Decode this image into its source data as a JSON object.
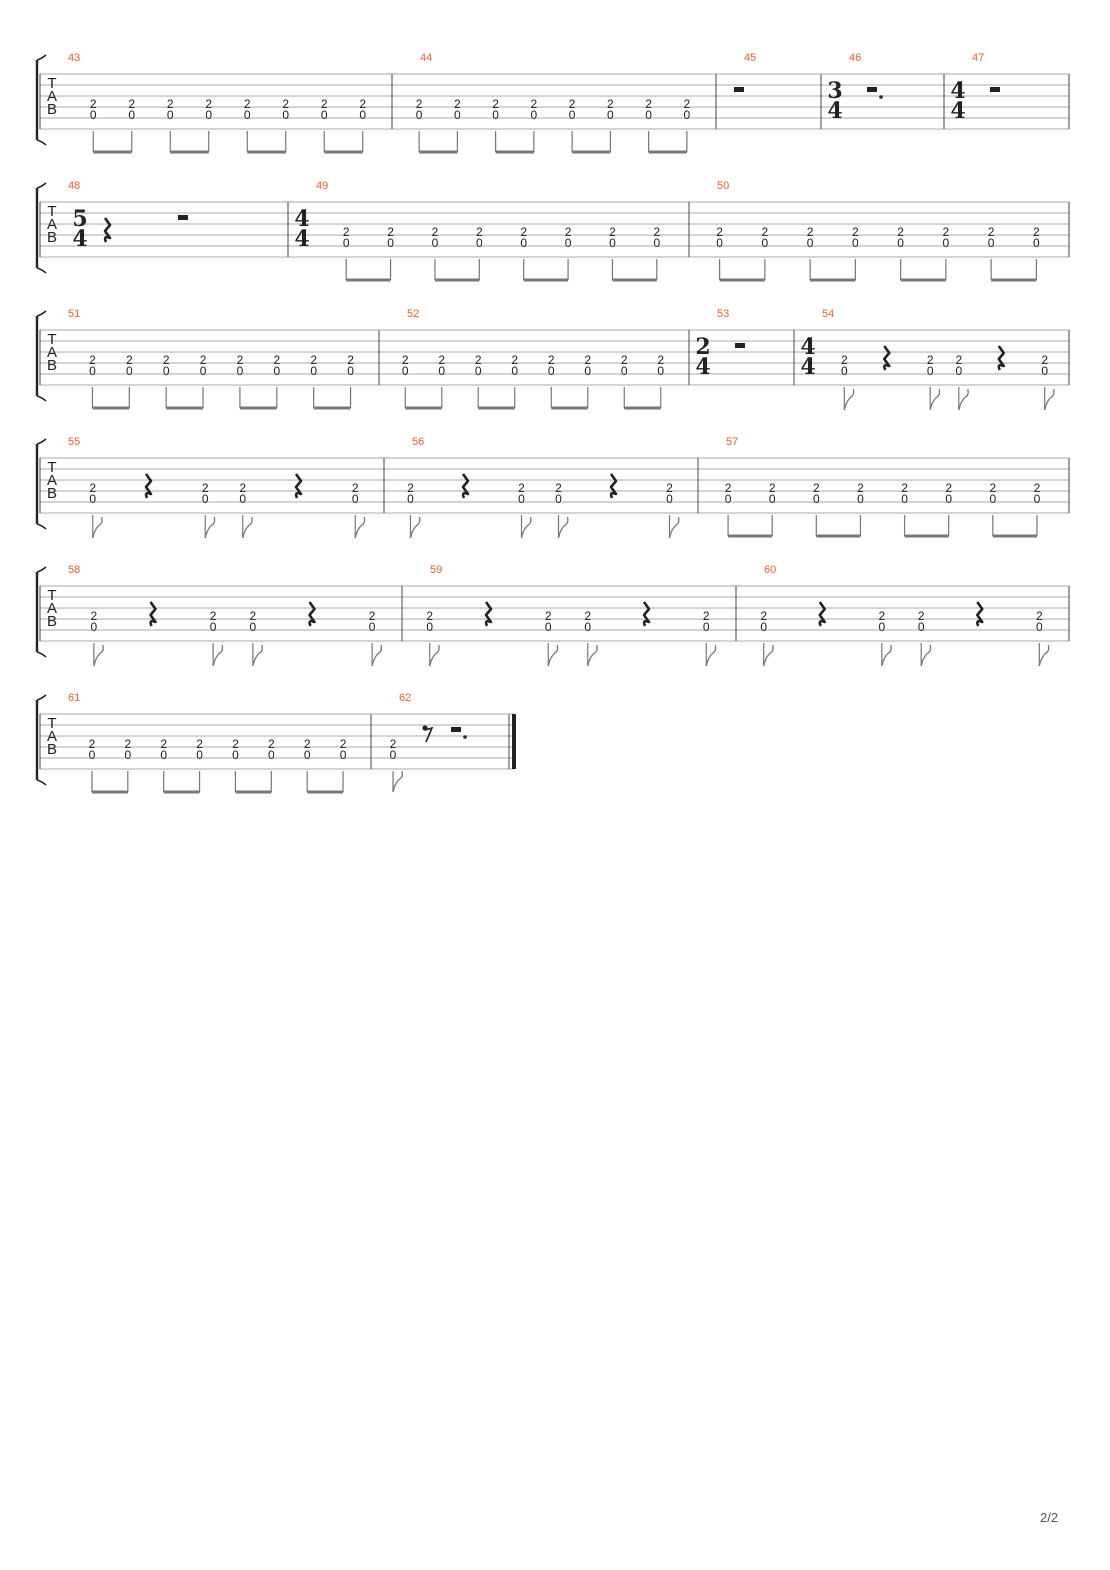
{
  "tab_label": [
    "T",
    "A",
    "B"
  ],
  "colors": {
    "measure_number": "#e8602c",
    "staff_line": "#aaaaaa",
    "stem": "#777777",
    "text": "#222222"
  },
  "page_number": "2/2",
  "systems": [
    {
      "measures": [
        {
          "number": "43",
          "pattern": "beamed8"
        },
        {
          "number": "44",
          "pattern": "beamed8"
        },
        {
          "number": "45",
          "pattern": "half_rest"
        },
        {
          "number": "46",
          "pattern": "dotted_half_rest",
          "time_sig": [
            "3",
            "4"
          ]
        },
        {
          "number": "47",
          "pattern": "half_rest",
          "time_sig": [
            "4",
            "4"
          ]
        }
      ]
    },
    {
      "measures": [
        {
          "number": "48",
          "pattern": "quarter_half_rest",
          "time_sig": [
            "5",
            "4"
          ]
        },
        {
          "number": "49",
          "pattern": "beamed8",
          "time_sig": [
            "4",
            "4"
          ]
        },
        {
          "number": "50",
          "pattern": "beamed8"
        }
      ]
    },
    {
      "measures": [
        {
          "number": "51",
          "pattern": "beamed8"
        },
        {
          "number": "52",
          "pattern": "beamed8"
        },
        {
          "number": "53",
          "pattern": "half_rest",
          "time_sig": [
            "2",
            "4"
          ]
        },
        {
          "number": "54",
          "pattern": "flagged",
          "time_sig": [
            "4",
            "4"
          ]
        }
      ]
    },
    {
      "measures": [
        {
          "number": "55",
          "pattern": "flagged"
        },
        {
          "number": "56",
          "pattern": "flagged"
        },
        {
          "number": "57",
          "pattern": "beamed8"
        }
      ]
    },
    {
      "measures": [
        {
          "number": "58",
          "pattern": "flagged"
        },
        {
          "number": "59",
          "pattern": "flagged"
        },
        {
          "number": "60",
          "pattern": "flagged"
        }
      ]
    },
    {
      "measures": [
        {
          "number": "61",
          "pattern": "beamed8"
        },
        {
          "number": "62",
          "pattern": "final",
          "final": true
        }
      ]
    }
  ],
  "note_fret_upper": "2",
  "note_fret_lower": "0"
}
